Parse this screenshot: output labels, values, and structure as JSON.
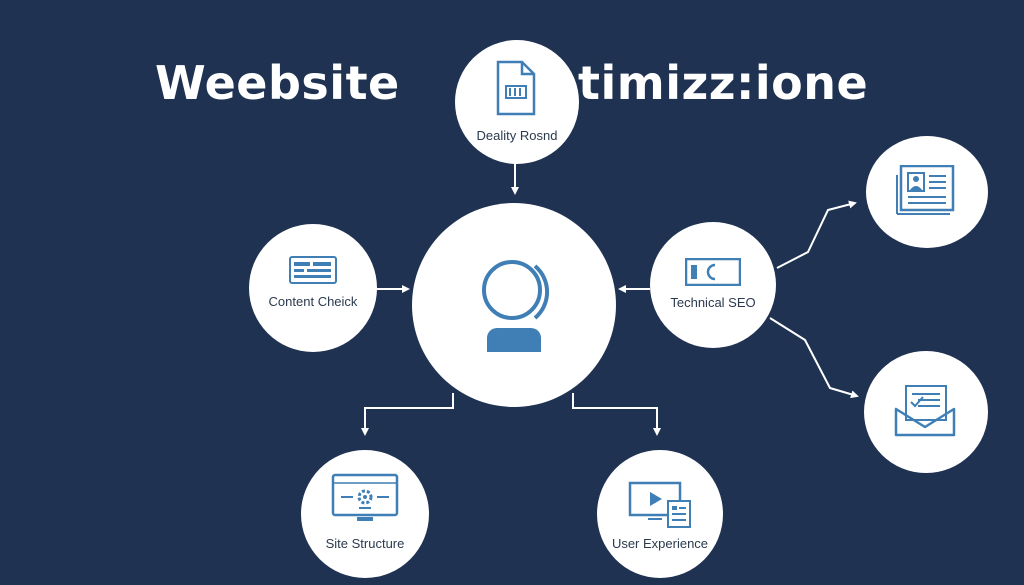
{
  "title": {
    "left": "Weebsite",
    "right": "timizz:ione"
  },
  "nodes": {
    "top": {
      "label": "Deality Rosnd",
      "icon": "document-icon"
    },
    "center": {
      "label": "",
      "icon": "user-globe-icon"
    },
    "left": {
      "label": "Content Cheick",
      "icon": "content-list-icon"
    },
    "right": {
      "label": "Technical SEO",
      "icon": "code-screen-icon"
    },
    "bottom_left": {
      "label": "Site Structure",
      "icon": "monitor-gear-icon"
    },
    "bottom_right": {
      "label": "User Experience",
      "icon": "video-monitor-icon"
    },
    "far_right_top": {
      "label": "",
      "icon": "profile-card-icon"
    },
    "far_right_bottom": {
      "label": "",
      "icon": "envelope-list-icon"
    }
  },
  "colors": {
    "background": "#1f3252",
    "node": "#ffffff",
    "icon_accent": "#3f7fb5",
    "connector": "#ffffff"
  }
}
